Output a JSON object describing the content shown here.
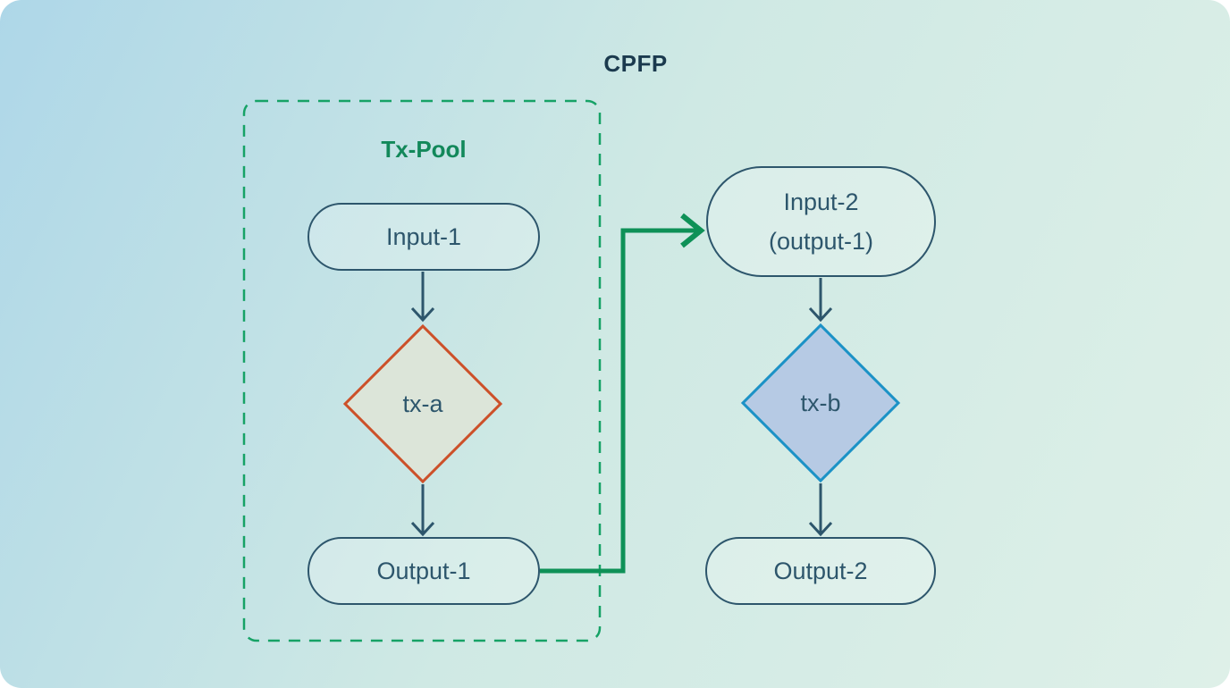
{
  "title": "CPFP",
  "pool": {
    "label": "Tx-Pool"
  },
  "nodes": {
    "input1": {
      "label": "Input-1"
    },
    "tx_a": {
      "label": "tx-a"
    },
    "output1": {
      "label": "Output-1"
    },
    "input2": {
      "line1": "Input-2",
      "line2": "(output-1)"
    },
    "tx_b": {
      "label": "tx-b"
    },
    "output2": {
      "label": "Output-2"
    }
  },
  "colors": {
    "bg_from": "#aed7e8",
    "bg_mid": "#cfe9e4",
    "bg_to": "#def0e8",
    "title_text": "#1b3a4e",
    "node_stroke": "#2d566c",
    "node_text": "#2d566c",
    "pool_green": "#16a266",
    "pool_text": "#12885a",
    "connector_green": "#0e9157",
    "txa_border": "#cc5029",
    "txa_fill": "#dce5d9",
    "txb_border": "#1b92c6",
    "txb_fill": "#b6cae4"
  }
}
